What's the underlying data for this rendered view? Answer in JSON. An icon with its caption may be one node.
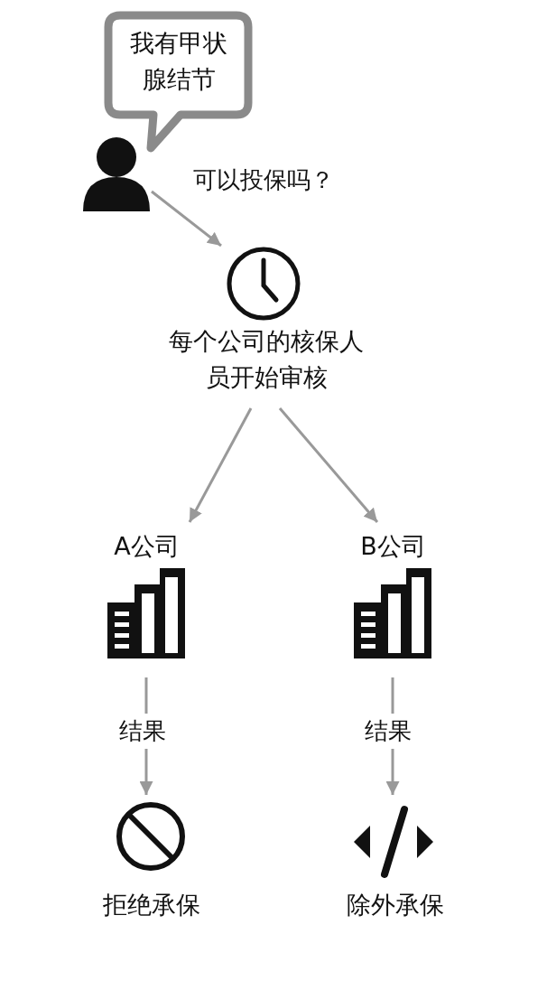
{
  "diagram": {
    "nodes": [
      {
        "text": [
          "我有甲状腺结节"
        ]
      },
      {
        "text": [],
        "shape": "person"
      },
      {
        "text": [
          "每个公司的核保人员开始审核"
        ]
      },
      {
        "text": [
          "A公司"
        ]
      },
      {
        "text": [
          "B公司"
        ]
      },
      {
        "text": [
          "拒绝承保"
        ]
      },
      {
        "text": [
          "除外承保"
        ]
      }
    ],
    "edges": [
      {
        "from": 1,
        "to": 2,
        "arrow": "to",
        "label": "可以投保吗？"
      },
      {
        "from": 2,
        "to": 3,
        "arrow": "to"
      },
      {
        "from": 2,
        "to": 4,
        "arrow": "to"
      },
      {
        "from": 3,
        "to": 5,
        "arrow": "to",
        "label": "结果"
      },
      {
        "from": 4,
        "to": 6,
        "arrow": "to",
        "label": "结果"
      }
    ]
  }
}
